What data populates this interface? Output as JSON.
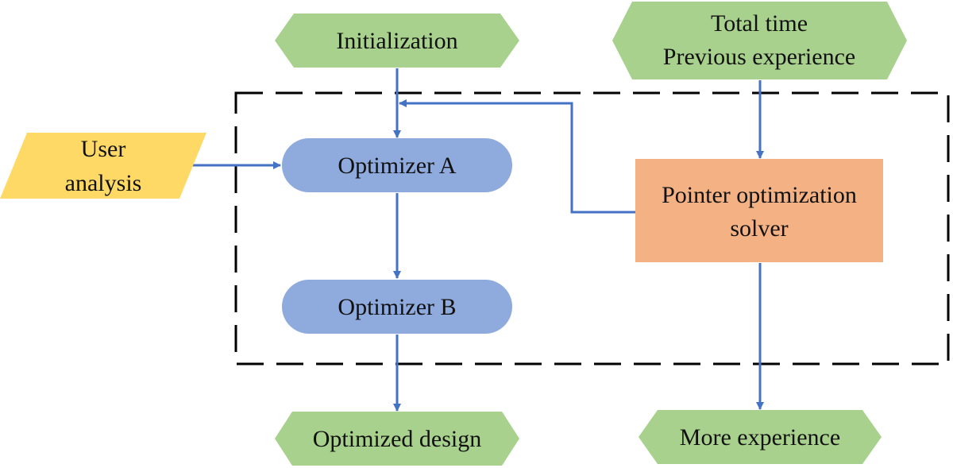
{
  "colors": {
    "hexagon_fill": "#a9d18e",
    "user_input_fill": "#ffd966",
    "optimizer_fill": "#8faadc",
    "solver_fill": "#f4b183",
    "arrow": "#4472c4",
    "boundary": "#000000"
  },
  "nodes": {
    "initialization": {
      "label": "Initialization"
    },
    "total_time": {
      "line1": "Total time",
      "line2": "Previous experience"
    },
    "user_analysis": {
      "line1": "User",
      "line2": "analysis"
    },
    "optimizer_a": {
      "label": "Optimizer A"
    },
    "optimizer_b": {
      "label": "Optimizer B"
    },
    "solver": {
      "line1": "Pointer optimization",
      "line2": "solver"
    },
    "optimized_design": {
      "label": "Optimized design"
    },
    "more_experience": {
      "label": "More experience"
    }
  }
}
